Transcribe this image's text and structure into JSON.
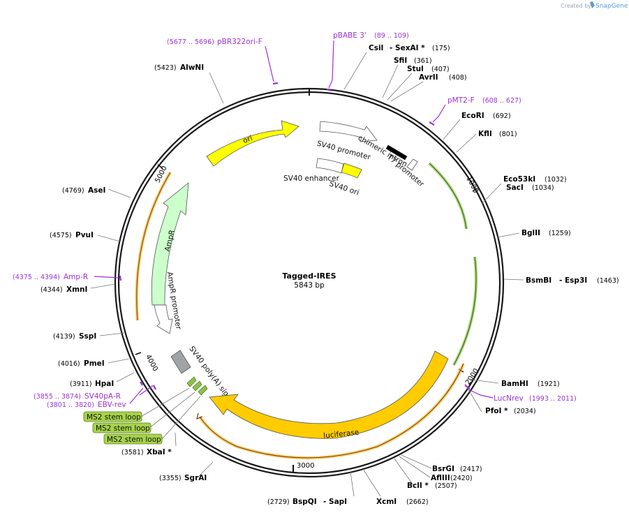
{
  "credit": {
    "created_by": "Created by",
    "brand": "SnapGene"
  },
  "plasmid": {
    "name": "Tagged-IRES",
    "size": "5843 bp"
  },
  "ticks": [
    "1000",
    "2000",
    "3000",
    "4000",
    "5000"
  ],
  "sites": {
    "csii": {
      "name": "CsiI",
      "pos": ""
    },
    "sexai": {
      "name": "- SexAI *",
      "pos": "(175)"
    },
    "sfii": {
      "name": "SfiI",
      "pos": "(361)"
    },
    "stui": {
      "name": "StuI",
      "pos": "(407)"
    },
    "avrii": {
      "name": "AvrII",
      "pos": "(408)"
    },
    "ecori": {
      "name": "EcoRI",
      "pos": "(692)"
    },
    "kfli": {
      "name": "KflI",
      "pos": "(801)"
    },
    "eco53ki": {
      "name": "Eco53kI",
      "pos": "(1032)"
    },
    "saci": {
      "name": "SacI",
      "pos": "(1034)"
    },
    "bglii": {
      "name": "BglII",
      "pos": "(1259)"
    },
    "bsmbi": {
      "name": "BsmBI",
      "pos": ""
    },
    "esp3i": {
      "name": "- Esp3I",
      "pos": "(1463)"
    },
    "bamhi": {
      "name": "BamHI",
      "pos": "(1921)"
    },
    "pfoi": {
      "name": "PfoI *",
      "pos": "(2034)"
    },
    "bsrgi": {
      "name": "BsrGI",
      "pos": "(2417)"
    },
    "afliii": {
      "name": "AflIII",
      "pos": "(2420)"
    },
    "bcli": {
      "name": "BclI *",
      "pos": "(2507)"
    },
    "xcmi": {
      "name": "XcmI",
      "pos": "(2662)"
    },
    "bspqi": {
      "name": "BspQI",
      "pos": "(2729)"
    },
    "sapi": {
      "name": "- SapI",
      "pos": ""
    },
    "sgrai": {
      "name": "SgrAI",
      "pos": "(3355)"
    },
    "xbai": {
      "name": "XbaI *",
      "pos": "(3581)"
    },
    "hpai": {
      "name": "HpaI",
      "pos": "(3911)"
    },
    "pmei": {
      "name": "PmeI",
      "pos": "(4016)"
    },
    "sspi": {
      "name": "SspI",
      "pos": "(4139)"
    },
    "xmni": {
      "name": "XmnI",
      "pos": "(4344)"
    },
    "pvui": {
      "name": "PvuI",
      "pos": "(4575)"
    },
    "asei": {
      "name": "AseI",
      "pos": "(4769)"
    },
    "alwni": {
      "name": "AlwNI",
      "pos": "(5423)"
    }
  },
  "primers": {
    "pbr322ori": {
      "name": "pBR322ori-F",
      "pos": "(5677 .. 5696)"
    },
    "pbabe3": {
      "name": "pBABE 3'",
      "pos": "(89 .. 109)"
    },
    "pmt2f": {
      "name": "pMT2-F",
      "pos": "(608 .. 627)"
    },
    "lucnrev": {
      "name": "LucNrev",
      "pos": "(1993 .. 2011)"
    },
    "ampr_primer": {
      "name": "Amp-R",
      "pos": "(4375 .. 4394)"
    },
    "sv40par": {
      "name": "SV40pA-R",
      "pos": "(3855 .. 3874)"
    },
    "ebvrev": {
      "name": "EBV-rev",
      "pos": "(3801 .. 3820)"
    }
  },
  "features": {
    "ori": "ori",
    "sv40_promoter": "SV40 promoter",
    "chimeric_intron": "chimeric intron",
    "t7_promoter": "T7 promoter",
    "sv40_enhancer": "SV40 enhancer",
    "sv40_ori": "SV40 ori",
    "ampr": "AmpR",
    "ampr_promoter": "AmpR promoter",
    "sv40_polya": "SV40 poly(A) signal",
    "luciferase": "luciferase",
    "ms2_1": "MS2 stem loop",
    "ms2_2": "MS2 stem loop",
    "ms2_3": "MS2 stem loop"
  },
  "colors": {
    "backbone": "#1a1a1a",
    "ori": "#ffff00",
    "luciferase": "#ffcc00",
    "ampr": "#ccffcc",
    "orange_arc": "#ffb830",
    "green_arc": "#7dc234",
    "ms2": "#a6d34a",
    "primer": "#9b30d9",
    "polya": "#a0a4a8"
  }
}
